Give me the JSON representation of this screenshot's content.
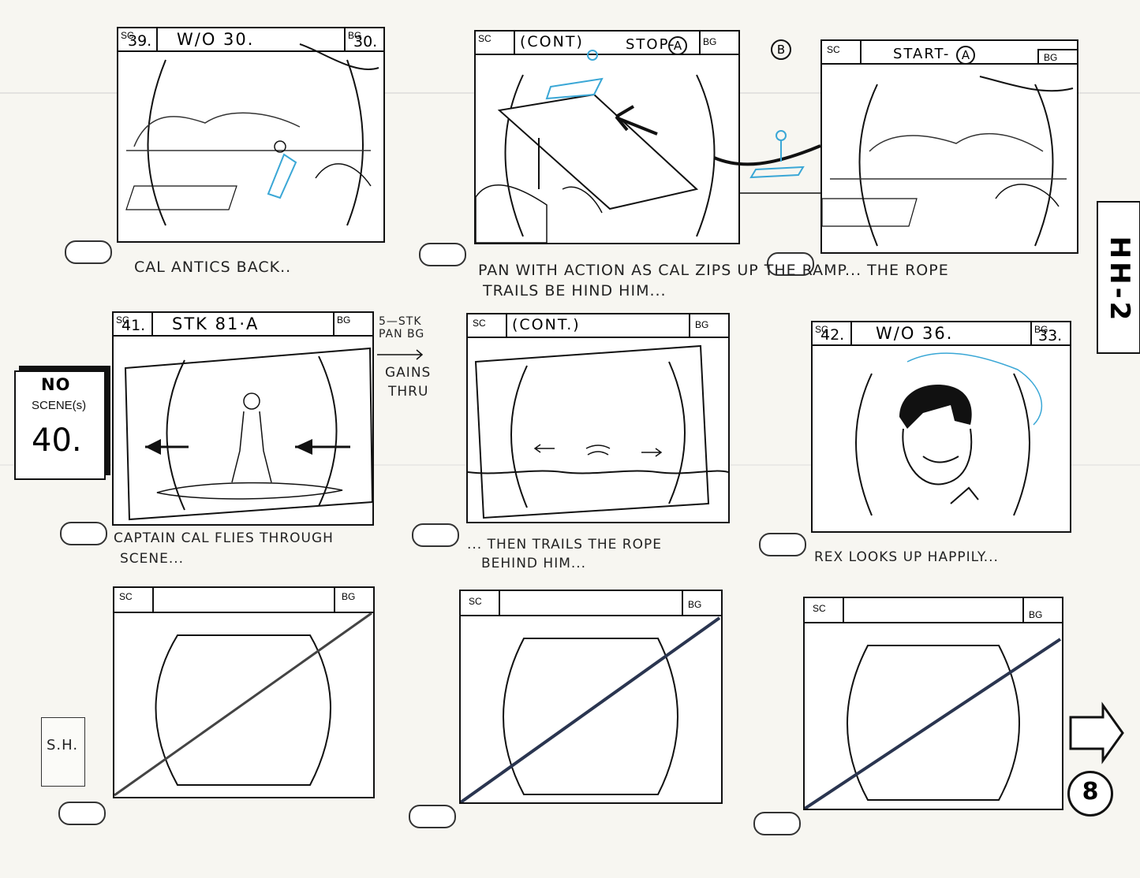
{
  "page_code": "HH-2",
  "page_number": "8",
  "initials": "S.H.",
  "no_scene_note": {
    "line1": "NO",
    "line2": "SCENE(s)",
    "number": "40."
  },
  "side_note": {
    "line1": "5—STK",
    "line2": "PAN BG",
    "line3": "GAINS",
    "line4": "THRU"
  },
  "marker_b": "B",
  "panels": [
    {
      "sc_label": "SC",
      "bg_label": "BG",
      "sc": "39.",
      "title": "W/O 30.",
      "bg": "30."
    },
    {
      "sc_label": "SC",
      "bg_label": "BG",
      "sc": "",
      "title": "(CONT)",
      "stop": "STOP-",
      "stop_mark": "A",
      "bg": ""
    },
    {
      "sc_label": "SC",
      "bg_label": "BG",
      "sc": "",
      "title": "START-",
      "start_mark": "A",
      "bg": ""
    },
    {
      "sc_label": "SC",
      "bg_label": "BG",
      "sc": "41.",
      "title": "STK 81·A",
      "bg": ""
    },
    {
      "sc_label": "SC",
      "bg_label": "BG",
      "sc": "",
      "title": "(CONT.)",
      "bg": ""
    },
    {
      "sc_label": "SC",
      "bg_label": "BG",
      "sc": "42.",
      "title": "W/O 36.",
      "bg": "33."
    },
    {
      "sc_label": "SC",
      "bg_label": "BG"
    },
    {
      "sc_label": "SC",
      "bg_label": "BG"
    },
    {
      "sc_label": "SC",
      "bg_label": "BG"
    }
  ],
  "captions": {
    "c1": "CAL  ANTICS  BACK..",
    "c2_line1": "PAN   WITH  ACTION   AS     CAL  ZIPS  UP   THE  RAMP...  THE   ROPE",
    "c2_line2": "TRAILS     BE HIND  HIM...",
    "c4_line1": "CAPTAIN  CAL   FLIES   THROUGH",
    "c4_line2": "SCENE...",
    "c5_line1": "... THEN  TRAILS   THE  ROPE",
    "c5_line2": "BEHIND  HIM...",
    "c6": "REX   LOOKS   UP    HAPPILY..."
  }
}
